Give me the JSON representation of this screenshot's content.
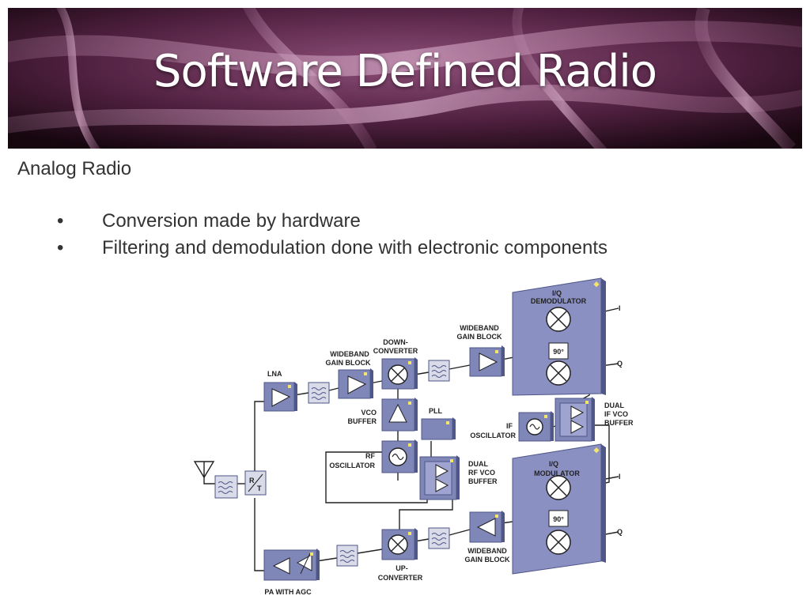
{
  "slide": {
    "title": "Software Defined Radio",
    "subtitle": "Analog Radio",
    "bullets": [
      "Conversion made by hardware",
      "Filtering and demodulation done with electronic components"
    ],
    "bullet_char": "•"
  },
  "diagram": {
    "colors": {
      "block": "#7f86b8",
      "block_side": "#4f5688",
      "module": "#8b90c2",
      "line": "#222222"
    },
    "labels": {
      "lna": "LNA",
      "wideband_gain_1": [
        "WIDEBAND",
        "GAIN BLOCK"
      ],
      "down_converter": [
        "DOWN-",
        "CONVERTER"
      ],
      "wideband_gain_2": [
        "WIDEBAND",
        "GAIN BLOCK"
      ],
      "iq_demodulator": [
        "I/Q",
        "DEMODULATOR"
      ],
      "vco_buffer": [
        "VCO",
        "BUFFER"
      ],
      "pll": "PLL",
      "rf_oscillator": [
        "RF",
        "OSCILLATOR"
      ],
      "dual_rf_vco_buffer": [
        "DUAL",
        "RF VCO",
        "BUFFER"
      ],
      "if_oscillator": [
        "IF",
        "OSCILLATOR"
      ],
      "dual_if_vco_buffer": [
        "DUAL",
        "IF VCO",
        "BUFFER"
      ],
      "iq_modulator": [
        "I/Q",
        "MODULATOR"
      ],
      "rt_switch_r": "R",
      "rt_switch_t": "T",
      "pa_with_agc": "PA WITH AGC",
      "up_converter": [
        "UP-",
        "CONVERTER"
      ],
      "wideband_gain_3": [
        "WIDEBAND",
        "GAIN BLOCK"
      ],
      "phase_90_top": "90°",
      "phase_90_bottom": "90°",
      "out_i_top": "I",
      "out_q_top": "Q",
      "out_i_bottom": "I",
      "out_q_bottom": "Q"
    }
  }
}
